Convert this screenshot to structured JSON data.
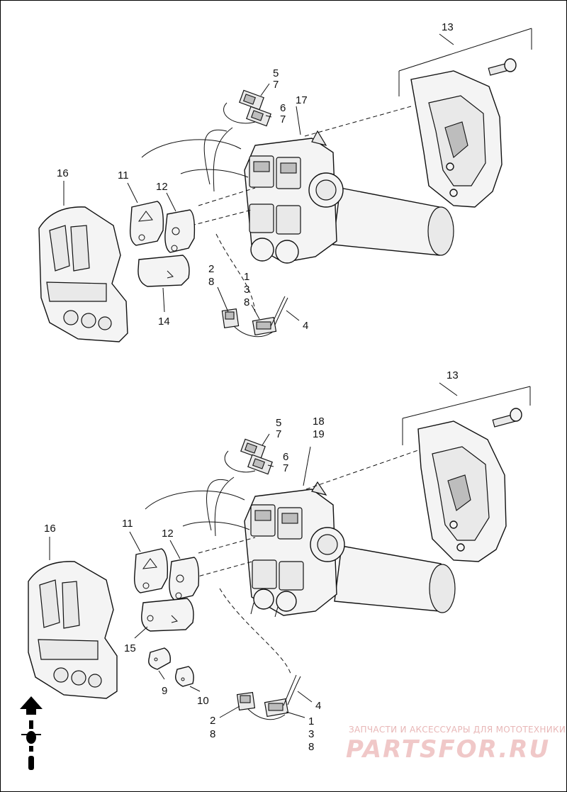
{
  "top_diagram": {
    "callouts": {
      "c13": "13",
      "c5": "5",
      "c7a": "7",
      "c6": "6",
      "c7b": "7",
      "c17": "17",
      "c16": "16",
      "c11": "11",
      "c12": "12",
      "c2": "2",
      "c8a": "8",
      "c1": "1",
      "c3": "3",
      "c8b": "8",
      "c14": "14",
      "c4": "4"
    }
  },
  "bottom_diagram": {
    "callouts": {
      "c13": "13",
      "c5": "5",
      "c7a": "7",
      "c6": "6",
      "c7b": "7",
      "c18": "18",
      "c19": "19",
      "c16": "16",
      "c11": "11",
      "c12": "12",
      "c15": "15",
      "c9": "9",
      "c10": "10",
      "c4": "4",
      "c2": "2",
      "c8a": "8",
      "c1": "1",
      "c3": "3",
      "c8b": "8"
    }
  },
  "watermark": {
    "tagline": "ЗАПЧАСТИ И АКСЕССУАРЫ ДЛЯ МОТОТЕХНИКИ",
    "brand": "PARTSFOR.RU"
  },
  "icons": {
    "direction": "forward-arrow-motorcycle-icon"
  }
}
